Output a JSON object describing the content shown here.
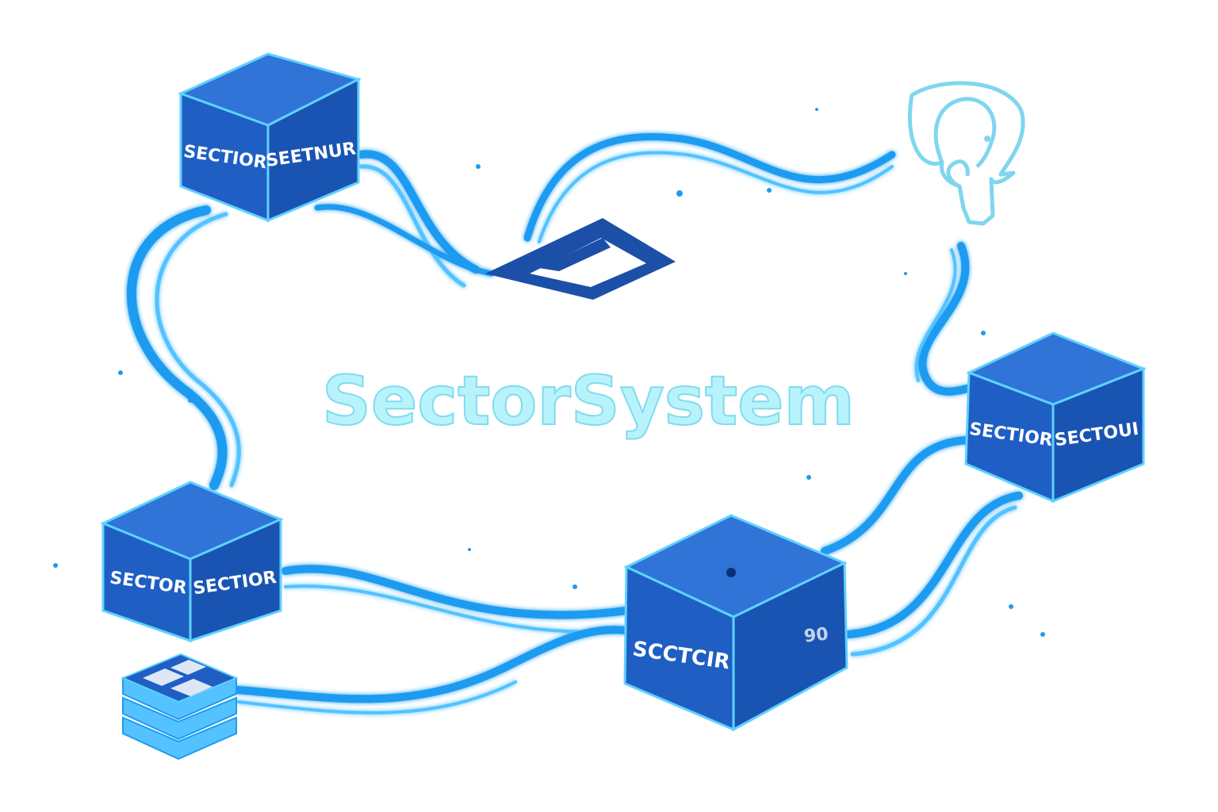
{
  "title": "SectorSystem",
  "colors": {
    "title_fill": "#b8f3fb",
    "title_stroke": "#7fdcef",
    "cube_top": "#2f74d6",
    "cube_left": "#1f5fc4",
    "cube_right": "#1a54b3",
    "cube_edge": "#5fd1ff",
    "pipe": "#1e9bf0",
    "pipe_light": "#53c2ff",
    "card": "#1c4fa8",
    "elephant": "#7fd6ef"
  },
  "cubes": {
    "top_left": {
      "left": "SECTIOR",
      "right": "SEETNUR"
    },
    "right": {
      "left": "SECTIOR",
      "right": "SECTOUI"
    },
    "bottom_left": {
      "left": "SECTOR",
      "right": "SECTIOR"
    },
    "bottom_center": {
      "left": "SCCTCIR",
      "right": "90"
    }
  },
  "icons": {
    "database": "postgres-elephant-icon",
    "stack": "layered-stack-icon",
    "card": "dashboard-card-icon"
  }
}
